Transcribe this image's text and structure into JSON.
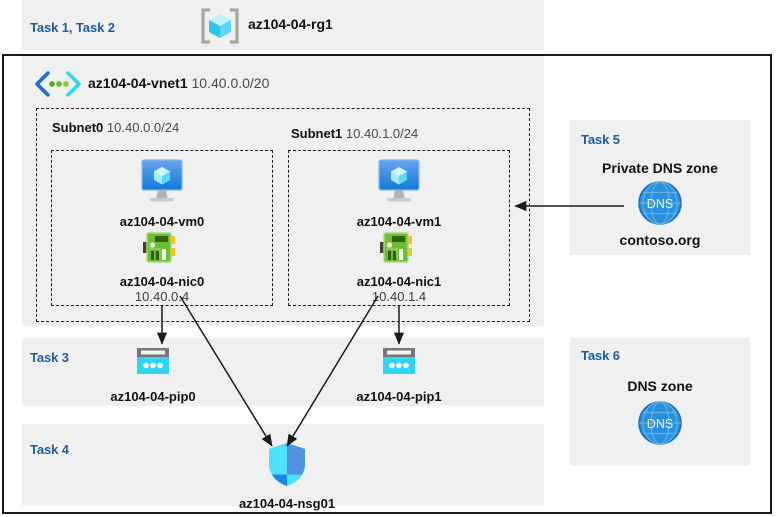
{
  "diagram": {
    "title": "Azure AZ-104 Lab 04 architecture",
    "colors": {
      "task_label": "#1f5c99",
      "panel_bg": "#f0f0f0",
      "page_bg": "#ffffff",
      "border": "#1a1a1a",
      "azure_blue": "#0078d4",
      "cyan": "#32d4f5",
      "nic_green": "#6fbc35",
      "dns_blue": "#2b8fdc"
    }
  },
  "resource_group": {
    "task_label": "Task 1, Task 2",
    "name": "az104-04-rg1",
    "icon": "resource-group-icon"
  },
  "vnet": {
    "name": "az104-04-vnet1",
    "cidr": "10.40.0.0/20",
    "icon": "virtual-network-icon"
  },
  "subnets": [
    {
      "name": "Subnet0",
      "cidr": "10.40.0.0/24",
      "vm": {
        "name": "az104-04-vm0",
        "icon": "virtual-machine-icon"
      },
      "nic": {
        "name": "az104-04-nic0",
        "ip": "10.40.0.4",
        "icon": "network-interface-icon"
      }
    },
    {
      "name": "Subnet1",
      "cidr": "10.40.1.0/24",
      "vm": {
        "name": "az104-04-vm1",
        "icon": "virtual-machine-icon"
      },
      "nic": {
        "name": "az104-04-nic1",
        "ip": "10.40.1.4",
        "icon": "network-interface-icon"
      }
    }
  ],
  "public_ips": {
    "task_label": "Task 3",
    "items": [
      {
        "name": "az104-04-pip0",
        "icon": "public-ip-address-icon"
      },
      {
        "name": "az104-04-pip1",
        "icon": "public-ip-address-icon"
      }
    ]
  },
  "nsg": {
    "task_label": "Task 4",
    "name": "az104-04-nsg01",
    "icon": "network-security-group-shield-icon"
  },
  "private_dns": {
    "task_label": "Task 5",
    "heading": "Private DNS zone",
    "name": "contoso.org",
    "icon": "dns-globe-icon"
  },
  "public_dns": {
    "task_label": "Task 6",
    "heading": "DNS zone",
    "icon": "dns-globe-icon"
  }
}
